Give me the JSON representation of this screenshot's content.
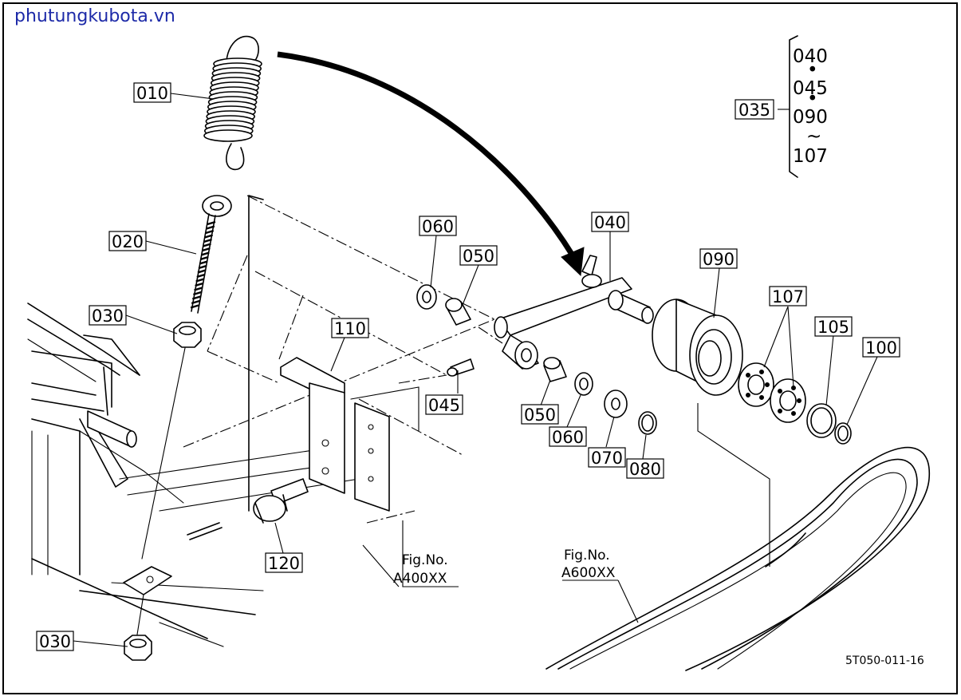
{
  "site_name": "phutungkubota.vn",
  "diagram_ref": "5T050-011-16",
  "part_labels": {
    "p010": "010",
    "p020": "020",
    "p030_top": "030",
    "p030_bottom": "030",
    "p035": "035",
    "p040": "040",
    "p045": "045",
    "p050_top": "050",
    "p050_bottom": "050",
    "p060_top": "060",
    "p060_bottom": "060",
    "p070": "070",
    "p080": "080",
    "p090": "090",
    "p100": "100",
    "p105": "105",
    "p107": "107",
    "p110": "110",
    "p120": "120"
  },
  "group_035": {
    "items": [
      "040",
      "045",
      "090",
      "107"
    ],
    "separators": [
      "•",
      "•",
      "~"
    ]
  },
  "figure_refs": {
    "left": {
      "caption": "Fig.No.",
      "number": "A400XX"
    },
    "right": {
      "caption": "Fig.No.",
      "number": "A600XX"
    }
  }
}
